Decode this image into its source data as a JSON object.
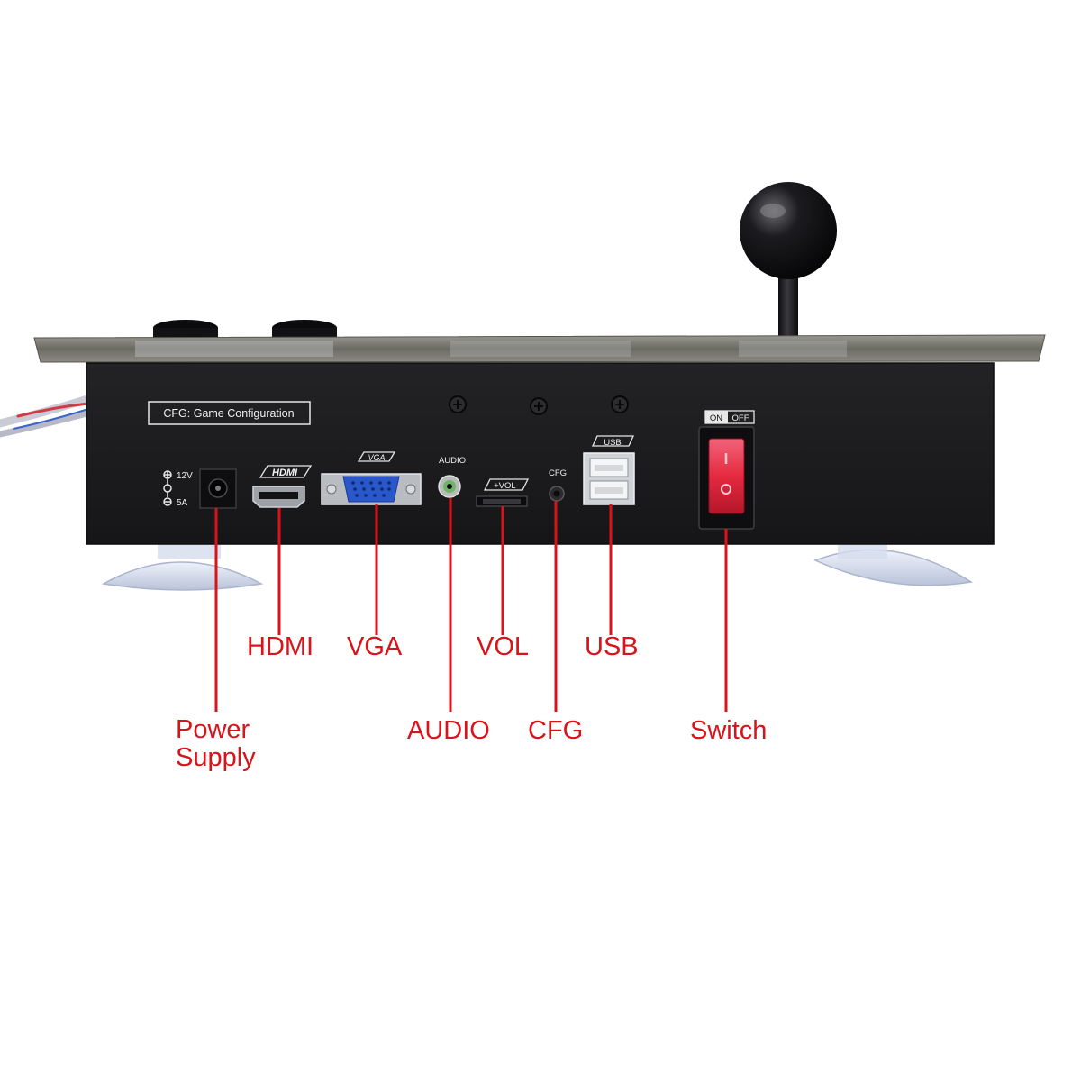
{
  "panel": {
    "cfg_caption": "CFG: Game Configuration",
    "power_voltage": "12V",
    "power_current": "5A",
    "hdmi_port_label": "HDMI",
    "vga_port_label": "VGA",
    "audio_port_label": "AUDIO",
    "vol_port_label": "+VOL-",
    "cfg_port_label": "CFG",
    "usb_port_label": "USB",
    "switch_on_label": "ON",
    "switch_off_label": "OFF"
  },
  "callouts": {
    "hdmi": "HDMI",
    "vga": "VGA",
    "vol": "VOL",
    "usb": "USB",
    "power_line1": "Power",
    "power_line2": "Supply",
    "audio": "AUDIO",
    "cfg": "CFG",
    "switch": "Switch"
  },
  "colors": {
    "callout_red": "#d8141b",
    "panel_black": "#1b1b1d",
    "acrylic": "#7e7e78",
    "vga_blue": "#2a57c9",
    "rocker_red": "#e8283c"
  }
}
